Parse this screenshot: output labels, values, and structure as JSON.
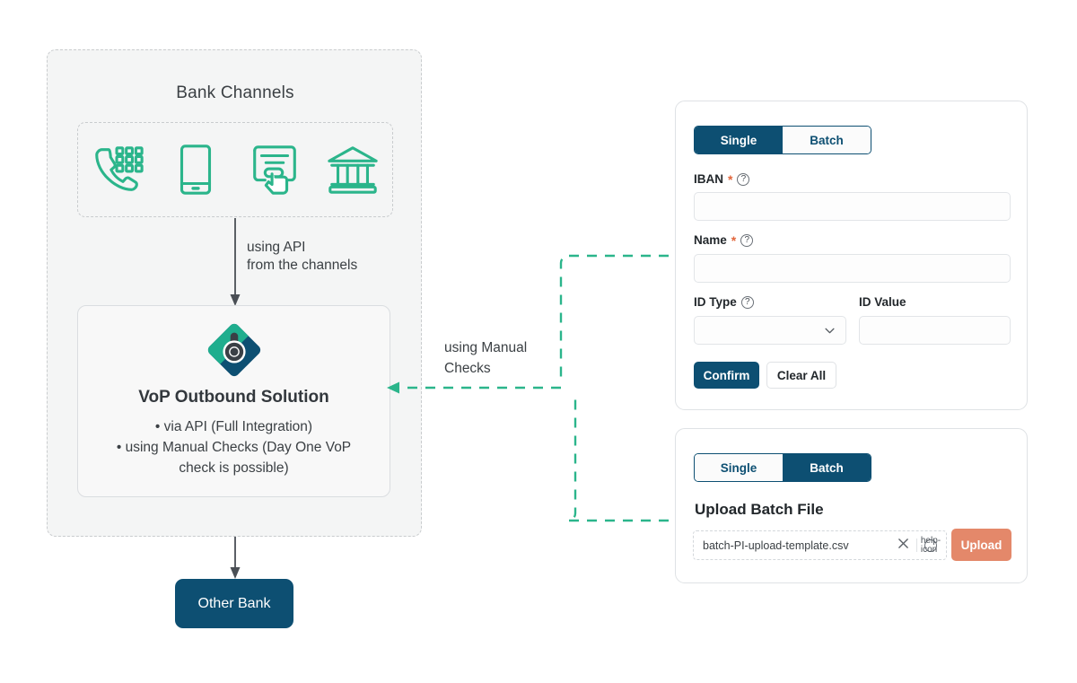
{
  "colors": {
    "teal": "#2bb58b",
    "navy": "#0d4f72",
    "coral": "#e4886a",
    "panel_bg": "#f4f5f5",
    "text": "#3b4044"
  },
  "left_flow": {
    "bank_channels_title": "Bank Channels",
    "channel_icons": [
      {
        "name": "telephone-keypad-icon",
        "label": "Phone Banking"
      },
      {
        "name": "mobile-phone-icon",
        "label": "Mobile Banking"
      },
      {
        "name": "online-click-screen-icon",
        "label": "Online Banking"
      },
      {
        "name": "bank-building-icon",
        "label": "Branch"
      }
    ],
    "api_connector_label": "using API\nfrom the channels",
    "vop": {
      "logo_name": "vop-diamond-logo",
      "title": "VoP Outbound Solution",
      "bullets": [
        "• via API (Full Integration)",
        "• using Manual Checks (Day One VoP",
        "check is possible)"
      ]
    },
    "other_bank_label": "Other Bank",
    "manual_connector_label": "using Manual\nChecks"
  },
  "single_panel": {
    "tabs": [
      {
        "label": "Single",
        "active": true
      },
      {
        "label": "Batch",
        "active": false
      }
    ],
    "fields": {
      "iban": {
        "label": "IBAN",
        "required": "*",
        "help": "?",
        "value": "",
        "placeholder": ""
      },
      "name": {
        "label": "Name",
        "required": "*",
        "help": "?",
        "value": "",
        "placeholder": ""
      },
      "id_type": {
        "label": "ID Type",
        "help": "?",
        "value": "",
        "placeholder": ""
      },
      "id_value": {
        "label": "ID Value",
        "value": "",
        "placeholder": ""
      }
    },
    "buttons": {
      "confirm": "Confirm",
      "clear_all": "Clear All"
    }
  },
  "batch_panel": {
    "tabs": [
      {
        "label": "Single",
        "active": false
      },
      {
        "label": "Batch",
        "active": true
      }
    ],
    "upload_title": "Upload Batch File",
    "file": {
      "name": "batch-PI-upload-template.csv",
      "clear_icon": "close-icon",
      "help_icon": "help-icon"
    },
    "upload_button": "Upload"
  }
}
